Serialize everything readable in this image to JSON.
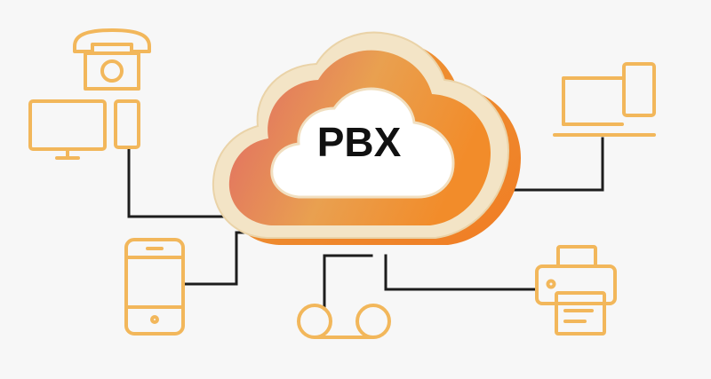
{
  "diagram": {
    "cloud_label": "PBX",
    "colors": {
      "background": "#f7f7f7",
      "icon_stroke": "#f2b75b",
      "connector": "#1d1d1d",
      "cloud_gradient_start": "#e06666",
      "cloud_gradient_end": "#f28c2a",
      "cloud_rim": "#f3e4c6"
    },
    "devices": [
      {
        "name": "desk-phone",
        "icon": "telephone-icon"
      },
      {
        "name": "desktop-computer",
        "icon": "desktop-monitor-icon"
      },
      {
        "name": "tablet",
        "icon": "tablet-icon"
      },
      {
        "name": "laptop",
        "icon": "laptop-icon"
      },
      {
        "name": "smartphone",
        "icon": "smartphone-icon"
      },
      {
        "name": "voicemail",
        "icon": "voicemail-icon"
      },
      {
        "name": "printer",
        "icon": "printer-icon"
      }
    ]
  }
}
